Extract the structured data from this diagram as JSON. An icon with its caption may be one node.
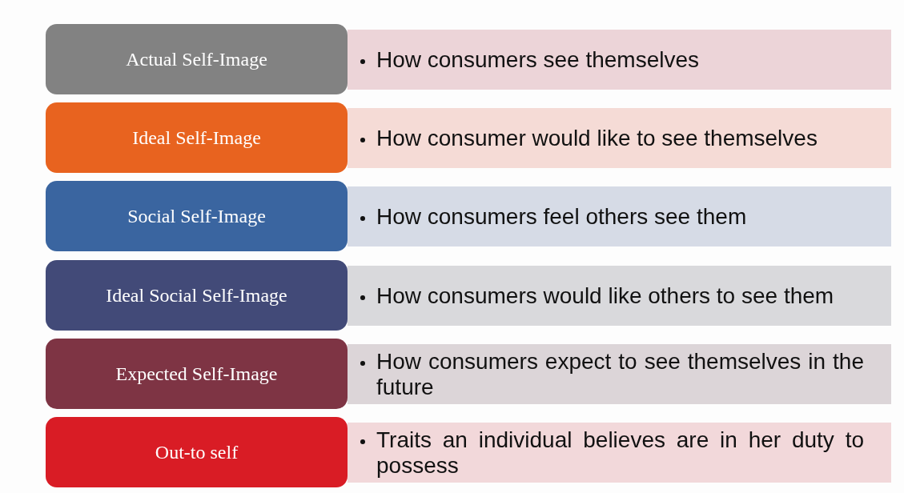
{
  "diagram": {
    "nodes": [
      {
        "text": [
          "Actual Self-Image"
        ]
      },
      {
        "text": [
          "How consumers see themselves"
        ]
      },
      {
        "text": [
          "Ideal Self-Image"
        ]
      },
      {
        "text": [
          "How consumer would like to see themselves"
        ]
      },
      {
        "text": [
          "Social Self-Image"
        ]
      },
      {
        "text": [
          "How consumers feel others see them"
        ]
      },
      {
        "text": [
          "Ideal Social Self-Image"
        ]
      },
      {
        "text": [
          "How consumers would like others to see them"
        ]
      },
      {
        "text": [
          "Expected Self-Image"
        ]
      },
      {
        "text": [
          "How consumers expect to see themselves in the future"
        ]
      },
      {
        "text": [
          "Out-to self"
        ]
      },
      {
        "text": [
          "Traits an individual believes are in her duty to possess"
        ]
      }
    ]
  }
}
